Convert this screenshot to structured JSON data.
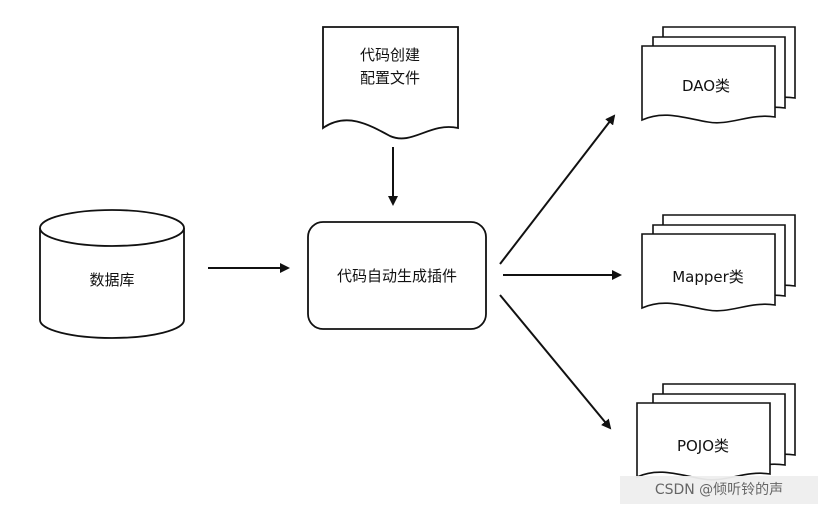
{
  "nodes": {
    "database": "数据库",
    "config_line1": "代码创建",
    "config_line2": "配置文件",
    "plugin": "代码自动生成插件",
    "dao": "DAO类",
    "mapper": "Mapper类",
    "pojo": "POJO类"
  },
  "watermark": "CSDN @倾听铃的声",
  "colors": {
    "stroke": "#111111",
    "background": "#ffffff"
  }
}
